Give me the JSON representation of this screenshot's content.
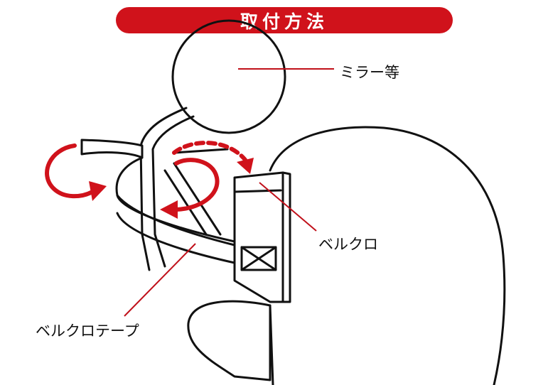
{
  "title": "取付方法",
  "labels": {
    "mirror": "ミラー等",
    "velcro": "ベルクロ",
    "velcro_tape": "ベルクロテープ"
  },
  "colors": {
    "accent": "#d0121b",
    "line": "#111111"
  }
}
